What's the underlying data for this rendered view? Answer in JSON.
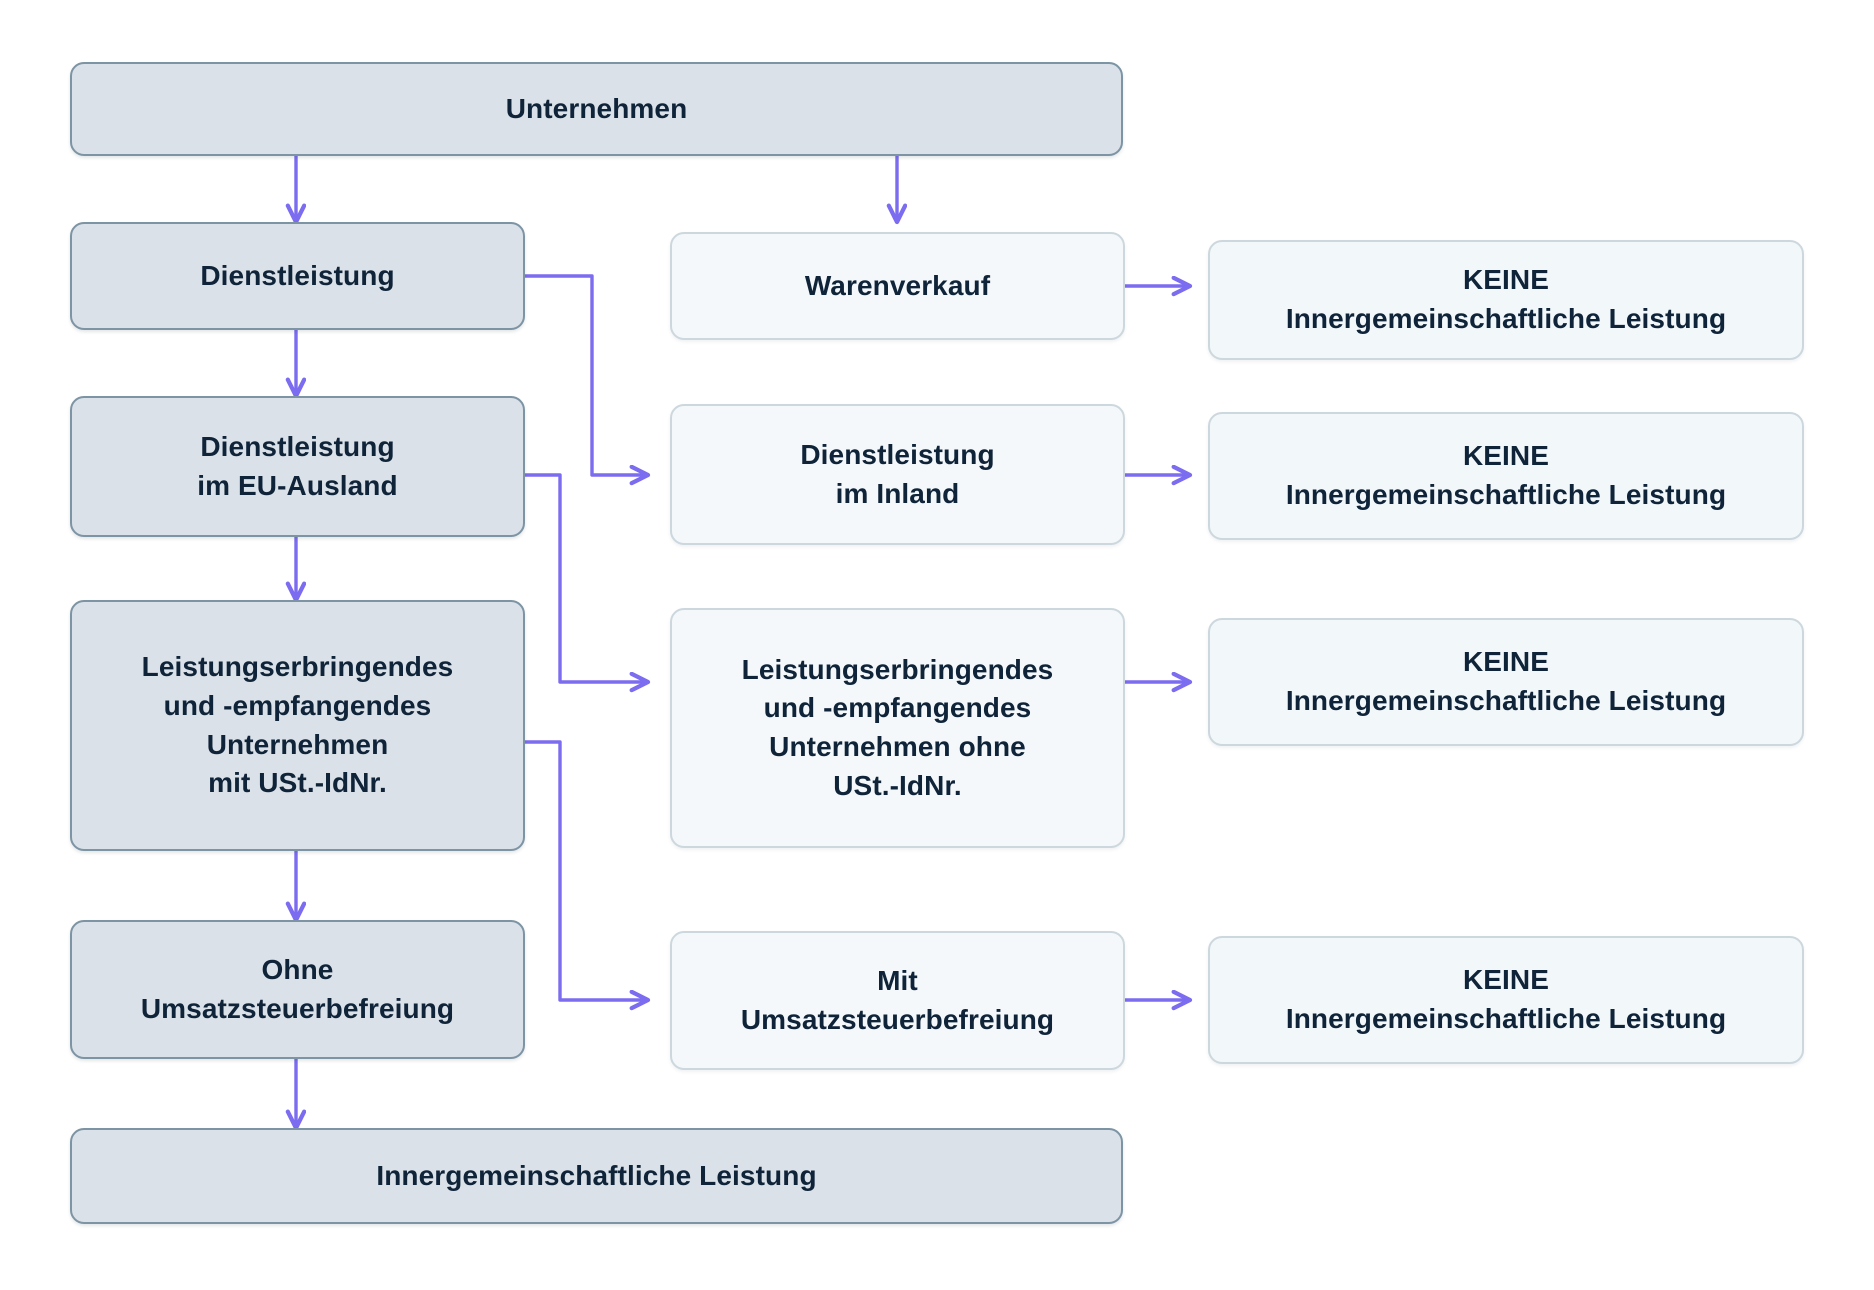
{
  "diagram": {
    "type": "flowchart",
    "title": "Innergemeinschaftliche Leistung Entscheidungsbaum",
    "language": "de",
    "colors": {
      "primary_fill": "#dbe1e8",
      "primary_border": "#7d94a4",
      "secondary_fill": "#f4f8fa",
      "secondary_border": "#ccd8de",
      "terminal_fill": "#f2f7fa",
      "terminal_border": "#ccd8de",
      "arrow": "#7b6cf0",
      "text": "#0f2339",
      "background": "#ffffff"
    },
    "nodes": {
      "root": {
        "label": "Unternehmen",
        "style": "primary"
      },
      "left": [
        {
          "label": "Dienstleistung",
          "style": "primary"
        },
        {
          "label": "Dienstleistung\nim EU-Ausland",
          "style": "primary"
        },
        {
          "label": "Leistungserbringendes\nund -empfangendes\nUnternehmen\nmit USt.-IdNr.",
          "style": "primary"
        },
        {
          "label": "Ohne\nUmsatzsteuerbefreiung",
          "style": "primary"
        }
      ],
      "middle": [
        {
          "label": "Warenverkauf",
          "style": "secondary"
        },
        {
          "label": "Dienstleistung\nim Inland",
          "style": "secondary"
        },
        {
          "label": "Leistungserbringendes\nund -empfangendes\nUnternehmen ohne\nUSt.-IdNr.",
          "style": "secondary"
        },
        {
          "label": "Mit\nUmsatzsteuerbefreiung",
          "style": "secondary"
        }
      ],
      "right": [
        {
          "label": "KEINE\nInnergemeinschaftliche Leistung",
          "style": "terminal"
        },
        {
          "label": "KEINE\nInnergemeinschaftliche Leistung",
          "style": "terminal"
        },
        {
          "label": "KEINE\nInnergemeinschaftliche Leistung",
          "style": "terminal"
        },
        {
          "label": "KEINE\nInnergemeinschaftliche Leistung",
          "style": "terminal"
        }
      ],
      "result": {
        "label": "Innergemeinschaftliche Leistung",
        "style": "primary"
      }
    },
    "edges": [
      {
        "from": "root",
        "to": "left.0",
        "kind": "straight-down"
      },
      {
        "from": "root",
        "to": "middle.0",
        "kind": "straight-down"
      },
      {
        "from": "left.0",
        "to": "left.1",
        "kind": "straight-down"
      },
      {
        "from": "left.1",
        "to": "left.2",
        "kind": "straight-down"
      },
      {
        "from": "left.2",
        "to": "left.3",
        "kind": "straight-down"
      },
      {
        "from": "left.3",
        "to": "result",
        "kind": "straight-down"
      },
      {
        "from": "left.0",
        "to": "middle.1",
        "kind": "elbow-right"
      },
      {
        "from": "left.1",
        "to": "middle.2",
        "kind": "elbow-right"
      },
      {
        "from": "left.2",
        "to": "middle.3",
        "kind": "elbow-right"
      },
      {
        "from": "middle.0",
        "to": "right.0",
        "kind": "straight-right"
      },
      {
        "from": "middle.1",
        "to": "right.1",
        "kind": "straight-right"
      },
      {
        "from": "middle.2",
        "to": "right.2",
        "kind": "straight-right"
      },
      {
        "from": "middle.3",
        "to": "right.3",
        "kind": "straight-right"
      }
    ]
  }
}
